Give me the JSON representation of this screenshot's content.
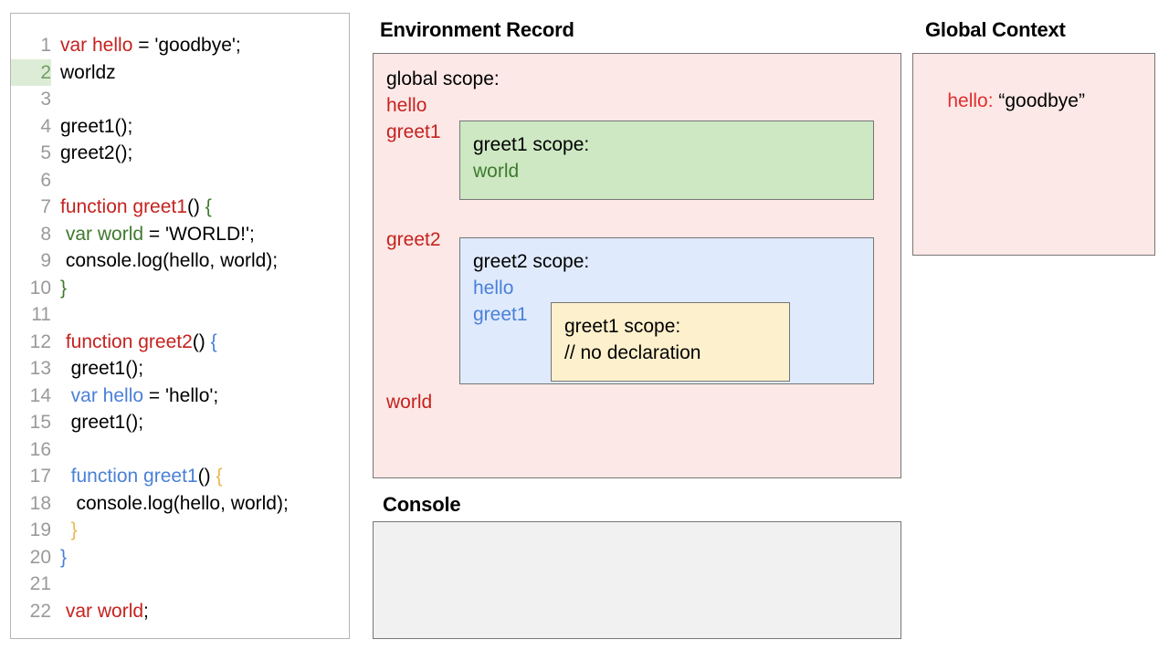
{
  "editor": {
    "highlighted_line": 2,
    "lines": [
      {
        "num": "1",
        "tokens": [
          {
            "t": "var hello",
            "c": "red"
          },
          {
            "t": " = 'goodbye';",
            "c": "black"
          }
        ]
      },
      {
        "num": "2",
        "tokens": [
          {
            "t": "worldz",
            "c": "black"
          }
        ]
      },
      {
        "num": "3",
        "tokens": [
          {
            "t": "",
            "c": "black"
          }
        ]
      },
      {
        "num": "4",
        "tokens": [
          {
            "t": "greet1();",
            "c": "black"
          }
        ]
      },
      {
        "num": "5",
        "tokens": [
          {
            "t": "greet2();",
            "c": "black"
          }
        ]
      },
      {
        "num": "6",
        "tokens": [
          {
            "t": "",
            "c": "black"
          }
        ]
      },
      {
        "num": "7",
        "tokens": [
          {
            "t": "function greet1",
            "c": "red"
          },
          {
            "t": "() ",
            "c": "black"
          },
          {
            "t": "{",
            "c": "green"
          }
        ]
      },
      {
        "num": "8",
        "tokens": [
          {
            "t": " ",
            "c": "black"
          },
          {
            "t": "var world",
            "c": "green"
          },
          {
            "t": " = 'WORLD!';",
            "c": "black"
          }
        ]
      },
      {
        "num": "9",
        "tokens": [
          {
            "t": " console.log(hello, world);",
            "c": "black"
          }
        ]
      },
      {
        "num": "10",
        "tokens": [
          {
            "t": "}",
            "c": "green"
          }
        ]
      },
      {
        "num": "11",
        "tokens": [
          {
            "t": "",
            "c": "black"
          }
        ]
      },
      {
        "num": "12",
        "tokens": [
          {
            "t": " ",
            "c": "black"
          },
          {
            "t": "function greet2",
            "c": "red"
          },
          {
            "t": "() ",
            "c": "black"
          },
          {
            "t": "{",
            "c": "blue"
          }
        ]
      },
      {
        "num": "13",
        "tokens": [
          {
            "t": "  greet1();",
            "c": "black"
          }
        ]
      },
      {
        "num": "14",
        "tokens": [
          {
            "t": "  ",
            "c": "black"
          },
          {
            "t": "var hello",
            "c": "blue"
          },
          {
            "t": " = 'hello';",
            "c": "black"
          }
        ]
      },
      {
        "num": "15",
        "tokens": [
          {
            "t": "  greet1();",
            "c": "black"
          }
        ]
      },
      {
        "num": "16",
        "tokens": [
          {
            "t": "",
            "c": "black"
          }
        ]
      },
      {
        "num": "17",
        "tokens": [
          {
            "t": "  ",
            "c": "black"
          },
          {
            "t": "function greet1",
            "c": "blue"
          },
          {
            "t": "() ",
            "c": "black"
          },
          {
            "t": "{",
            "c": "orange"
          }
        ]
      },
      {
        "num": "18",
        "tokens": [
          {
            "t": "   console.log(hello, world);",
            "c": "black"
          }
        ]
      },
      {
        "num": "19",
        "tokens": [
          {
            "t": "  ",
            "c": "black"
          },
          {
            "t": "}",
            "c": "orange"
          }
        ]
      },
      {
        "num": "20",
        "tokens": [
          {
            "t": "}",
            "c": "blue"
          }
        ]
      },
      {
        "num": "21",
        "tokens": [
          {
            "t": "",
            "c": "black"
          }
        ]
      },
      {
        "num": "22",
        "tokens": [
          {
            "t": " ",
            "c": "black"
          },
          {
            "t": "var world",
            "c": "red"
          },
          {
            "t": ";",
            "c": "black"
          }
        ]
      }
    ]
  },
  "environment_record": {
    "title": "Environment Record",
    "global_scope_label": "global scope:",
    "global_vars": {
      "hello": "hello",
      "greet1": "greet1",
      "greet2": "greet2",
      "world": "world"
    },
    "greet1_scope": {
      "title": "greet1 scope:",
      "entries": [
        "world"
      ]
    },
    "greet2_scope": {
      "title": "greet2 scope:",
      "entries": [
        "hello",
        "greet1"
      ],
      "nested_greet1_scope": {
        "title": "greet1 scope:",
        "entries": [
          "// no declaration"
        ]
      }
    }
  },
  "console": {
    "title": "Console",
    "output": ""
  },
  "global_context": {
    "title": "Global Context",
    "entries": [
      {
        "key": "hello:",
        "value": " “goodbye”"
      }
    ]
  },
  "colors": {
    "red": "#c5221f",
    "green": "#3f7a2e",
    "blue": "#4a80d8",
    "orange": "#e8b84b",
    "pink_bg": "#fce8e6",
    "green_bg": "#cde8c3",
    "blue_bg": "#dfeafd",
    "yellow_bg": "#fdf0cc",
    "console_bg": "#f1f1f1",
    "border": "#767676"
  }
}
